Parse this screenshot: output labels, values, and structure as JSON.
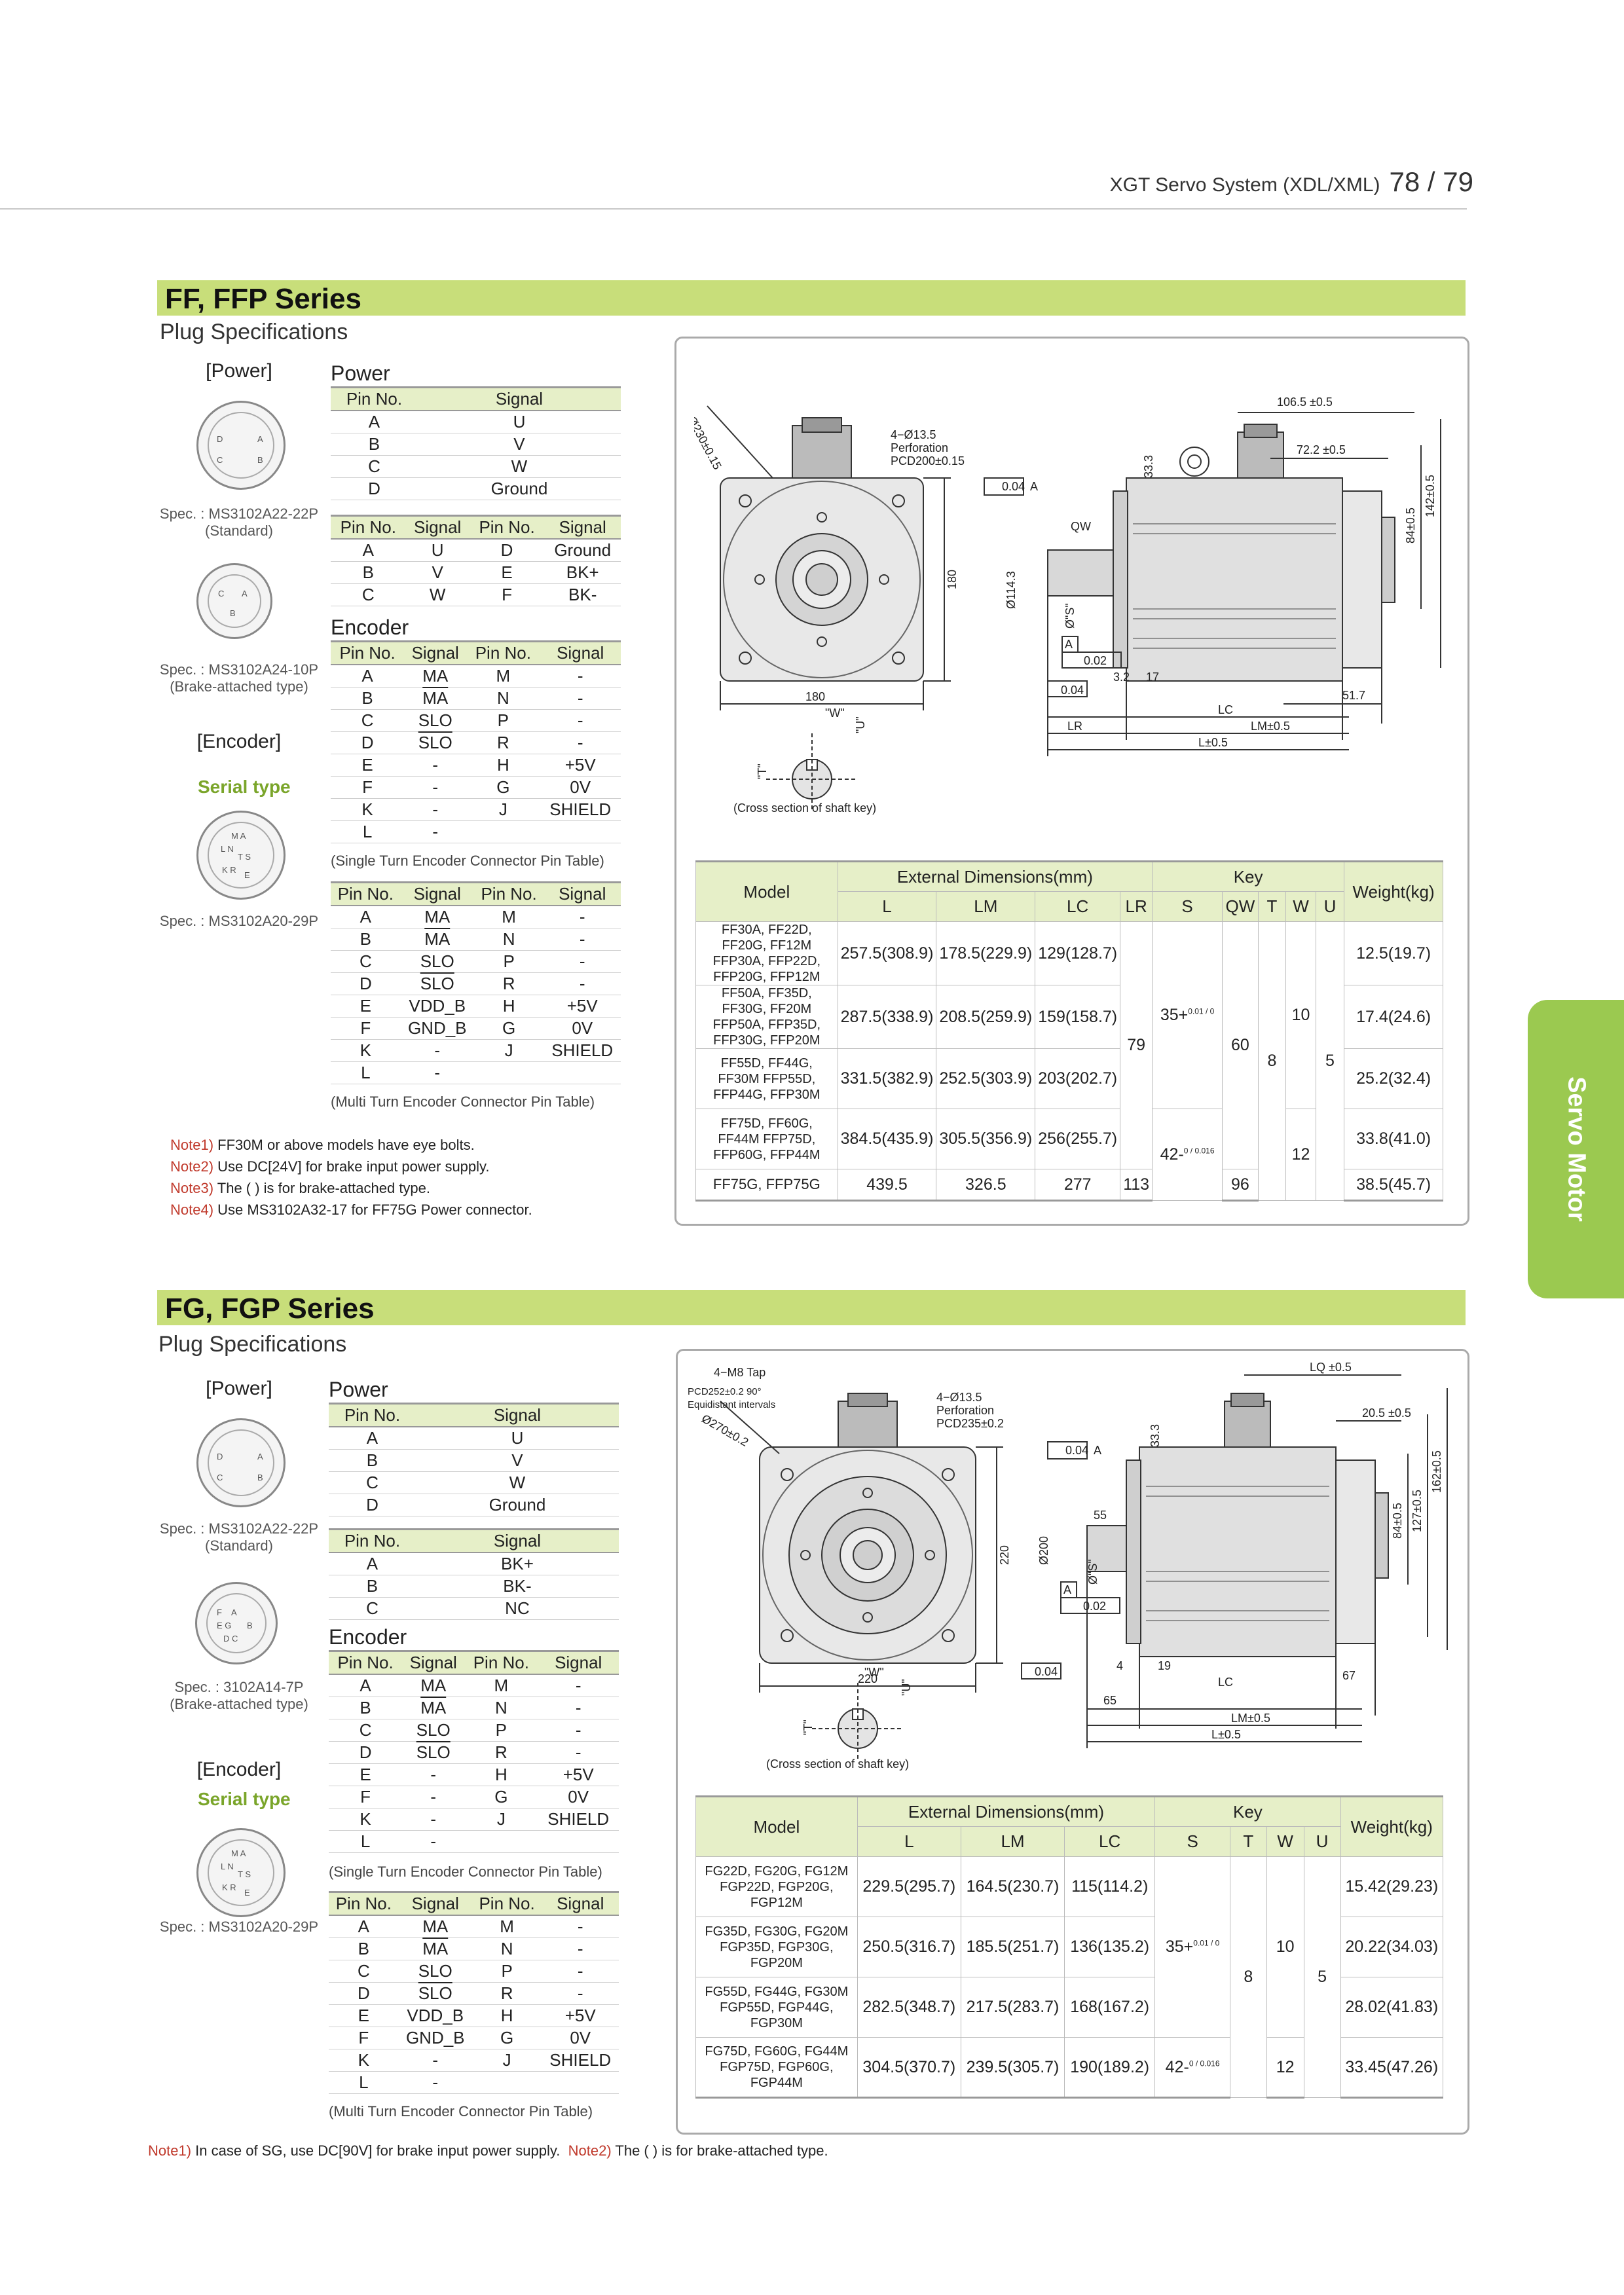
{
  "header": {
    "title": "XGT Servo System (XDL/XML)",
    "page": "78 / 79"
  },
  "side_tab": "Servo Motor",
  "ff": {
    "title": "FF, FFP Series",
    "subtitle": "Plug Specifications",
    "power_label": "[Power]",
    "encoder_label": "[Encoder]",
    "serial_type": "Serial type",
    "spec1": "Spec. : MS3102A22-22P",
    "spec1b": "(Standard)",
    "spec2": "Spec. : MS3102A24-10P",
    "spec2b": "(Brake-attached type)",
    "spec3": "Spec. : MS3102A20-29P",
    "power_title": "Power",
    "power_table": {
      "headers": [
        "Pin No.",
        "Signal"
      ],
      "rows": [
        [
          "A",
          "U"
        ],
        [
          "B",
          "V"
        ],
        [
          "C",
          "W"
        ],
        [
          "D",
          "Ground"
        ]
      ]
    },
    "brake_table": {
      "headers": [
        "Pin No.",
        "Signal",
        "Pin No.",
        "Signal"
      ],
      "rows": [
        [
          "A",
          "U",
          "D",
          "Ground"
        ],
        [
          "B",
          "V",
          "E",
          "BK+"
        ],
        [
          "C",
          "W",
          "F",
          "BK-"
        ]
      ]
    },
    "encoder_title": "Encoder",
    "enc1": {
      "headers": [
        "Pin No.",
        "Signal",
        "Pin No.",
        "Signal"
      ],
      "rows": [
        [
          "A",
          "MA",
          "M",
          "-"
        ],
        [
          "B",
          "MA",
          "N",
          "-"
        ],
        [
          "C",
          "SLO",
          "P",
          "-"
        ],
        [
          "D",
          "SLO",
          "R",
          "-"
        ],
        [
          "E",
          "-",
          "H",
          "+5V"
        ],
        [
          "F",
          "-",
          "G",
          "0V"
        ],
        [
          "K",
          "-",
          "J",
          "SHIELD"
        ],
        [
          "L",
          "-",
          "",
          ""
        ]
      ],
      "caption": "(Single Turn Encoder Connector Pin Table)"
    },
    "enc2": {
      "headers": [
        "Pin No.",
        "Signal",
        "Pin No.",
        "Signal"
      ],
      "rows": [
        [
          "A",
          "MA",
          "M",
          "-"
        ],
        [
          "B",
          "MA",
          "N",
          "-"
        ],
        [
          "C",
          "SLO",
          "P",
          "-"
        ],
        [
          "D",
          "SLO",
          "R",
          "-"
        ],
        [
          "E",
          "VDD_B",
          "H",
          "+5V"
        ],
        [
          "F",
          "GND_B",
          "G",
          "0V"
        ],
        [
          "K",
          "-",
          "J",
          "SHIELD"
        ],
        [
          "L",
          "-",
          "",
          ""
        ]
      ],
      "caption": "(Multi Turn Encoder Connector Pin Table)"
    },
    "notes": [
      {
        "tag": "Note1)",
        "text": "FF30M or above models have eye bolts."
      },
      {
        "tag": "Note2)",
        "text": "Use DC[24V] for brake input power supply."
      },
      {
        "tag": "Note3)",
        "text": "The ( ) is for brake-attached type."
      },
      {
        "tag": "Note4)",
        "text": "Use MS3102A32-17 for FF75G Power connector."
      }
    ],
    "drawing": {
      "d230": "Ø230±0.15",
      "holes": "4−Ø13.5",
      "perf": "Perforation",
      "pcd": "PCD200±0.15",
      "conc": "0.04",
      "ref_a": "A",
      "d180v": "180",
      "d180h": "180",
      "d114": "Ø114.3",
      "qw": "QW",
      "s": "Ø\"S\"",
      "perp": "0.02",
      "flat": "0.04",
      "d32": "3.2",
      "d17": "17",
      "lc": "LC",
      "lr": "LR",
      "lm": "LM±0.5",
      "l": "L±0.5",
      "d517": "51.7",
      "d333": "33.3",
      "d1065": "106.5 ±0.5",
      "d722": "72.2 ±0.5",
      "d84": "84±0.5",
      "d142": "142±0.5",
      "w": "\"W\"",
      "u": "\"U\"",
      "t": "\"T\"",
      "xsec": "(Cross section of shaft key)"
    },
    "dims": {
      "h_model": "Model",
      "h_ext": "External Dimensions(mm)",
      "h_key": "Key",
      "h_weight": "Weight(kg)",
      "cols": [
        "L",
        "LM",
        "LC",
        "LR",
        "S",
        "QW",
        "T",
        "W",
        "U"
      ],
      "rows": [
        {
          "model": "FF30A, FF22D, FF20G, FF12M FFP30A, FFP22D, FFP20G, FFP12M",
          "L": "257.5(308.9)",
          "LM": "178.5(229.9)",
          "LC": "129(128.7)",
          "w": "12.5(19.7)"
        },
        {
          "model": "FF50A, FF35D, FF30G, FF20M FFP50A, FFP35D, FFP30G, FFP20M",
          "L": "287.5(338.9)",
          "LM": "208.5(259.9)",
          "LC": "159(158.7)",
          "w": "17.4(24.6)"
        },
        {
          "model": "FF55D, FF44G, FF30M FFP55D, FFP44G, FFP30M",
          "L": "331.5(382.9)",
          "LM": "252.5(303.9)",
          "LC": "203(202.7)",
          "w": "25.2(32.4)"
        },
        {
          "model": "FF75D, FF60G, FF44M FFP75D, FFP60G, FFP44M",
          "L": "384.5(435.9)",
          "LM": "305.5(356.9)",
          "LC": "256(255.7)",
          "w": "33.8(41.0)"
        },
        {
          "model": "FF75G, FFP75G",
          "L": "439.5",
          "LM": "326.5",
          "LC": "277",
          "w": "38.5(45.7)"
        }
      ],
      "lr_a": "79",
      "lr_b": "113",
      "s_a": "35+",
      "s_a_tol": "0.01 / 0",
      "s_b": "42-",
      "s_b_tol": "0 / 0.016",
      "qw_a": "60",
      "qw_b": "96",
      "t": "8",
      "w_a": "10",
      "w_b": "12",
      "u": "5"
    }
  },
  "fg": {
    "title": "FG, FGP Series",
    "subtitle": "Plug Specifications",
    "power_label": "[Power]",
    "encoder_label": "[Encoder]",
    "serial_type": "Serial type",
    "spec1": "Spec. : MS3102A22-22P",
    "spec1b": "(Standard)",
    "spec2": "Spec. : 3102A14-7P",
    "spec2b": "(Brake-attached type)",
    "spec3": "Spec. : MS3102A20-29P",
    "power_title": "Power",
    "power_table": {
      "headers": [
        "Pin No.",
        "Signal"
      ],
      "rows": [
        [
          "A",
          "U"
        ],
        [
          "B",
          "V"
        ],
        [
          "C",
          "W"
        ],
        [
          "D",
          "Ground"
        ]
      ]
    },
    "brake_table": {
      "headers": [
        "Pin No.",
        "Signal"
      ],
      "rows": [
        [
          "A",
          "BK+"
        ],
        [
          "B",
          "BK-"
        ],
        [
          "C",
          "NC"
        ]
      ]
    },
    "encoder_title": "Encoder",
    "enc1": {
      "headers": [
        "Pin No.",
        "Signal",
        "Pin No.",
        "Signal"
      ],
      "rows": [
        [
          "A",
          "MA",
          "M",
          "-"
        ],
        [
          "B",
          "MA",
          "N",
          "-"
        ],
        [
          "C",
          "SLO",
          "P",
          "-"
        ],
        [
          "D",
          "SLO",
          "R",
          "-"
        ],
        [
          "E",
          "-",
          "H",
          "+5V"
        ],
        [
          "F",
          "-",
          "G",
          "0V"
        ],
        [
          "K",
          "-",
          "J",
          "SHIELD"
        ],
        [
          "L",
          "-",
          "",
          ""
        ]
      ],
      "caption": "(Single Turn Encoder Connector Pin Table)"
    },
    "enc2": {
      "headers": [
        "Pin No.",
        "Signal",
        "Pin No.",
        "Signal"
      ],
      "rows": [
        [
          "A",
          "MA",
          "M",
          "-"
        ],
        [
          "B",
          "MA",
          "N",
          "-"
        ],
        [
          "C",
          "SLO",
          "P",
          "-"
        ],
        [
          "D",
          "SLO",
          "R",
          "-"
        ],
        [
          "E",
          "VDD_B",
          "H",
          "+5V"
        ],
        [
          "F",
          "GND_B",
          "G",
          "0V"
        ],
        [
          "K",
          "-",
          "J",
          "SHIELD"
        ],
        [
          "L",
          "-",
          "",
          ""
        ]
      ],
      "caption": "(Multi Turn Encoder Connector Pin Table)"
    },
    "notes": [
      {
        "tag": "Note1)",
        "text": "In case of SG, use DC[90V] for brake input power supply."
      },
      {
        "tag": "Note2)",
        "text": "The ( ) is for brake-attached type."
      }
    ],
    "drawing": {
      "tap": "4−M8 Tap",
      "pcd252": "PCD252±0.2 90°",
      "equi": "Equidistant intervals",
      "d270": "Ø270±0.2",
      "holes": "4−Ø13.5",
      "perf": "Perforation",
      "pcd": "PCD235±0.2",
      "conc": "0.04",
      "ref_a": "A",
      "d220v": "220",
      "d220h": "220",
      "d200": "Ø200",
      "s": "Ø\"S\"",
      "d55": "55",
      "perp": "0.02",
      "flat": "0.04",
      "d4": "4",
      "d19": "19",
      "d65": "65",
      "lc": "LC",
      "lm": "LM±0.5",
      "l": "L±0.5",
      "d67": "67",
      "d333": "33.3",
      "lq": "LQ ±0.5",
      "d205": "20.5 ±0.5",
      "d84": "84±0.5",
      "d127": "127±0.5",
      "d162": "162±0.5",
      "w": "\"W\"",
      "u": "\"U\"",
      "t": "\"T\"",
      "xsec": "(Cross section of shaft key)"
    },
    "dims": {
      "h_model": "Model",
      "h_ext": "External Dimensions(mm)",
      "h_key": "Key",
      "h_weight": "Weight(kg)",
      "cols": [
        "L",
        "LM",
        "LC",
        "S",
        "T",
        "W",
        "U"
      ],
      "rows": [
        {
          "model": "FG22D, FG20G, FG12M FGP22D, FGP20G, FGP12M",
          "L": "229.5(295.7)",
          "LM": "164.5(230.7)",
          "LC": "115(114.2)",
          "w": "15.42(29.23)"
        },
        {
          "model": "FG35D, FG30G, FG20M FGP35D, FGP30G, FGP20M",
          "L": "250.5(316.7)",
          "LM": "185.5(251.7)",
          "LC": "136(135.2)",
          "w": "20.22(34.03)"
        },
        {
          "model": "FG55D, FG44G, FG30M FGP55D, FGP44G, FGP30M",
          "L": "282.5(348.7)",
          "LM": "217.5(283.7)",
          "LC": "168(167.2)",
          "w": "28.02(41.83)"
        },
        {
          "model": "FG75D, FG60G, FG44M FGP75D, FGP60G, FGP44M",
          "L": "304.5(370.7)",
          "LM": "239.5(305.7)",
          "LC": "190(189.2)",
          "w": "33.45(47.26)"
        }
      ],
      "s_a": "35+",
      "s_a_tol": "0.01 / 0",
      "s_b": "42-",
      "s_b_tol": "0 / 0.016",
      "t": "8",
      "w_a": "10",
      "w_b": "12",
      "u": "5"
    }
  }
}
